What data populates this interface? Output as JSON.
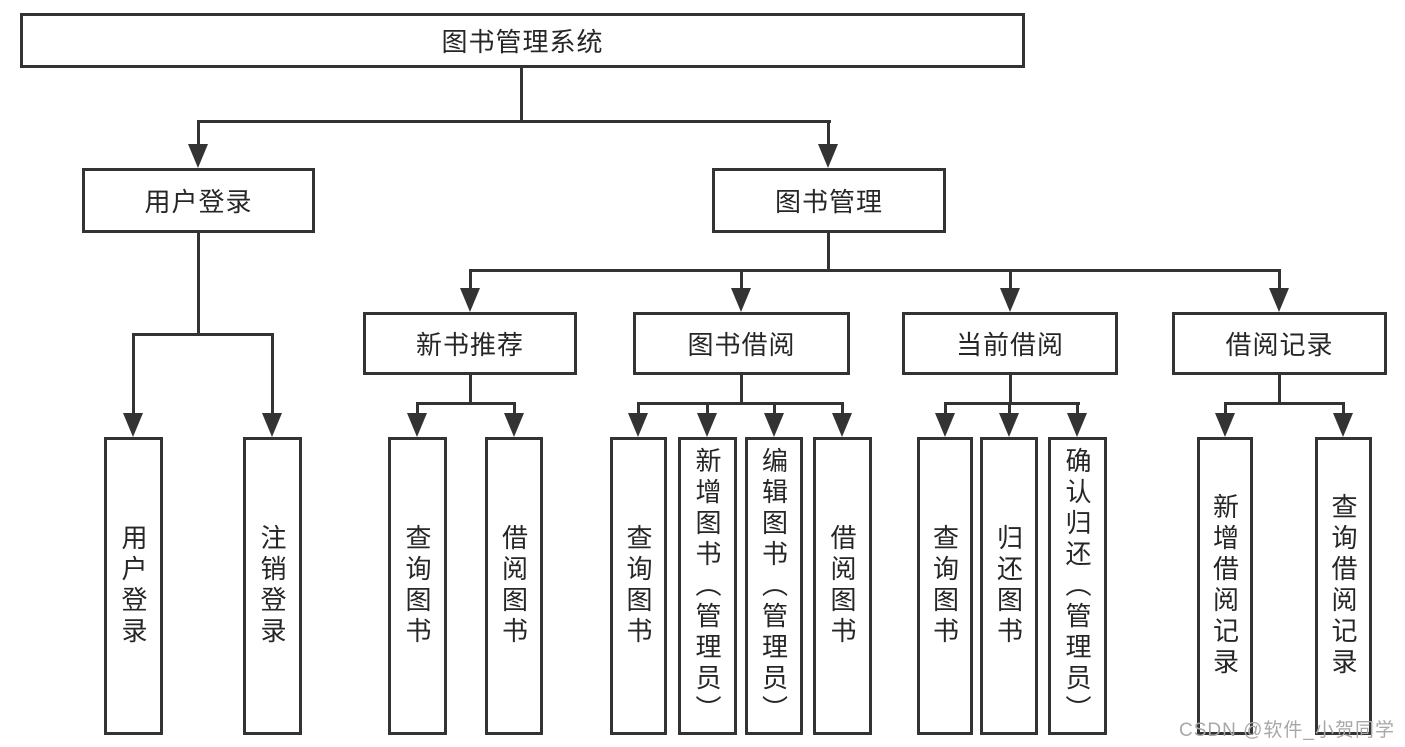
{
  "diagram": {
    "title": "图书管理系统",
    "type": "hierarchy-tree",
    "colors": {
      "border": "#333333",
      "line": "#333333",
      "text": "#262626",
      "watermark": "#a8a8a8",
      "background": "#ffffff"
    },
    "tree": {
      "root": {
        "label": "图书管理系统"
      },
      "branches": [
        {
          "label": "用户登录",
          "children": [
            {
              "label": "用户登录"
            },
            {
              "label": "注销登录"
            }
          ]
        },
        {
          "label": "图书管理",
          "children": [
            {
              "label": "新书推荐",
              "children": [
                {
                  "label": "查询图书"
                },
                {
                  "label": "借阅图书"
                }
              ]
            },
            {
              "label": "图书借阅",
              "children": [
                {
                  "label": "查询图书"
                },
                {
                  "label": "新增图书（管理员）"
                },
                {
                  "label": "编辑图书（管理员）"
                },
                {
                  "label": "借阅图书"
                }
              ]
            },
            {
              "label": "当前借阅",
              "children": [
                {
                  "label": "查询图书"
                },
                {
                  "label": "归还图书"
                },
                {
                  "label": "确认归还（管理员）"
                }
              ]
            },
            {
              "label": "借阅记录",
              "children": [
                {
                  "label": "新增借阅记录"
                },
                {
                  "label": "查询借阅记录"
                }
              ]
            }
          ]
        }
      ]
    },
    "watermark": {
      "text": "CSDN @软件_小贺同学"
    }
  }
}
